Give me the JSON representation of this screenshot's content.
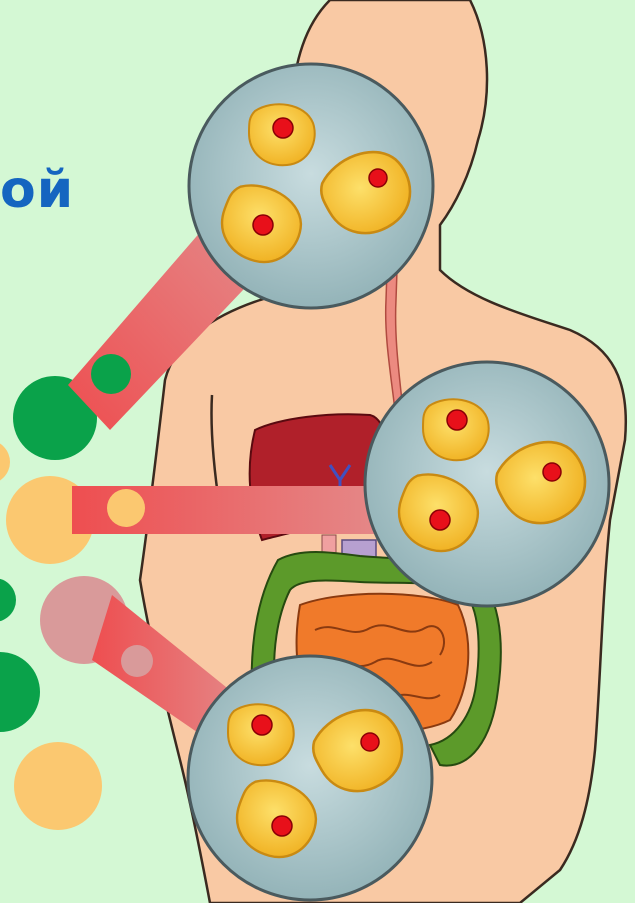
{
  "title": {
    "fragment": "ой"
  },
  "colors": {
    "background": "#d4f8d4",
    "title": "#1565c0",
    "skin": "#f9c9a4",
    "skin_outline": "#3a2a20",
    "cell_fill": "#f5c430",
    "cell_outline": "#c88a10",
    "nucleus": "#e8101a",
    "lens_fill": "#a9c4c8",
    "beam": "#ec5a5a",
    "bubble_green": "#0aa24a",
    "bubble_yellow": "#fbc870",
    "bubble_pink": "#d99a9a",
    "liver": "#b0202a",
    "small_intestine": "#f07a2a",
    "large_intestine": "#5c9a2a"
  },
  "lenses": [
    {
      "id": "upper",
      "cells": 3
    },
    {
      "id": "middle",
      "cells": 3
    },
    {
      "id": "lower",
      "cells": 3
    }
  ]
}
